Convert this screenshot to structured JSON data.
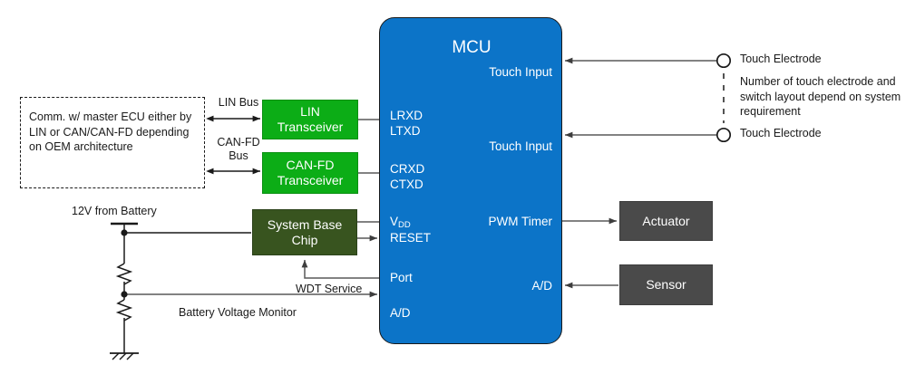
{
  "diagram": {
    "title": "Automotive MCU system block diagram",
    "colors": {
      "mcu_blue": "#0c74c8",
      "transceiver_green": "#0cad16",
      "sbc_olive": "#38541f",
      "peripheral_gray": "#4a4a4a",
      "wire": "#595959",
      "outline": "#1a1a1a"
    }
  },
  "mcu": {
    "title": "MCU",
    "pins": {
      "touch_input_top": "Touch Input",
      "touch_input_bottom": "Touch Input",
      "lrxd": "LRXD",
      "ltxd": "LTXD",
      "crxd": "CRXD",
      "ctxd": "CTXD",
      "vdd": "VDD",
      "vdd_base": "V",
      "vdd_sub": "DD",
      "reset": "RESET",
      "port": "Port",
      "ad_left": "A/D",
      "pwm_timer": "PWM Timer",
      "ad_right": "A/D"
    }
  },
  "blocks": {
    "lin_transceiver": {
      "line1": "LIN",
      "line2": "Transceiver"
    },
    "can_transceiver": {
      "line1": "CAN-FD",
      "line2": "Transceiver"
    },
    "system_base_chip": {
      "line1": "System Base",
      "line2": "Chip"
    },
    "actuator": {
      "label": "Actuator"
    },
    "sensor": {
      "label": "Sensor"
    }
  },
  "ecu_note": {
    "text": "Comm. w/ master ECU either by LIN or CAN/CAN-FD depending on OEM architecture"
  },
  "labels": {
    "lin_bus": "LIN Bus",
    "can_fd_bus": "CAN-FD Bus",
    "battery_supply": "12V from Battery",
    "wdt_service": "WDT Service",
    "battery_voltage_monitor": "Battery Voltage Monitor"
  },
  "touch": {
    "electrode_top": "Touch Electrode",
    "electrode_bottom": "Touch Electrode",
    "note": "Number of touch electrode and switch layout depend on system requirement"
  }
}
